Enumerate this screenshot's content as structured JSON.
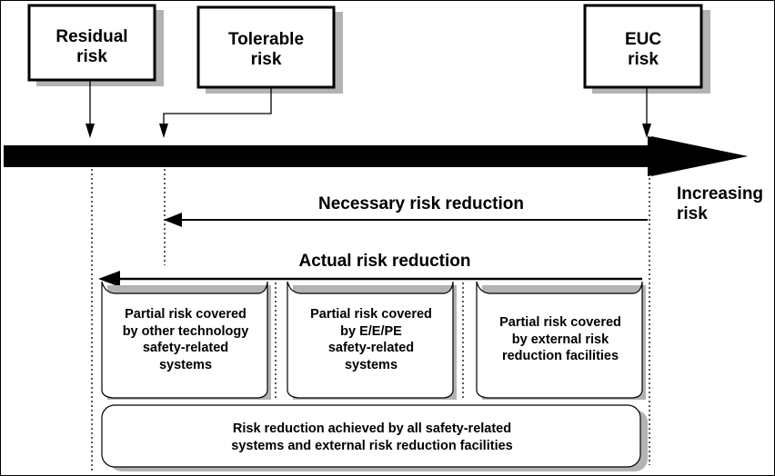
{
  "boxes": {
    "residual": "Residual\nrisk",
    "tolerable": "Tolerable\nrisk",
    "euc": "EUC\nrisk"
  },
  "increasing_risk": "Increasing\nrisk",
  "necessary_risk_reduction": "Necessary risk reduction",
  "actual_risk_reduction": "Actual risk reduction",
  "partials": [
    "Partial risk covered\nby other technology\nsafety-related\nsystems",
    "Partial risk covered\nby E/E/PE\nsafety-related\nsystems",
    "Partial risk covered\nby external risk\nreduction facilities"
  ],
  "bottom_box": "Risk reduction achieved by all safety-related\nsystems and external risk reduction facilities"
}
